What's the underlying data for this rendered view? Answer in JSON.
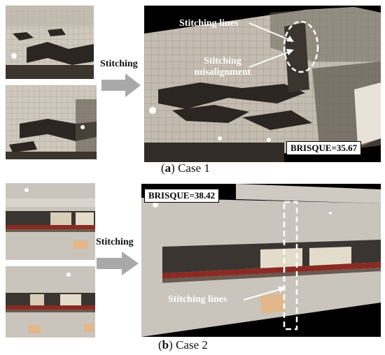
{
  "case1": {
    "arrow_label": "Stitching",
    "annotation_lines": "Stitching lines",
    "annotation_misalignment": "Stitching\nmisalignment",
    "brisque": "BRISQUE=35.67",
    "caption_letter": "a",
    "caption_text": "Case 1"
  },
  "case2": {
    "arrow_label": "Stitching",
    "annotation_lines": "Stitching lines",
    "brisque": "BRISQUE=38.42",
    "caption_letter": "b",
    "caption_text": "Case 2"
  },
  "colors": {
    "ceiling_light": "#c9c2b8",
    "ceiling_dark": "#2a2622",
    "wall": "#c8c4bc",
    "balcony_red": "#8a2a22",
    "arrow_gray": "#a9a9a9"
  }
}
